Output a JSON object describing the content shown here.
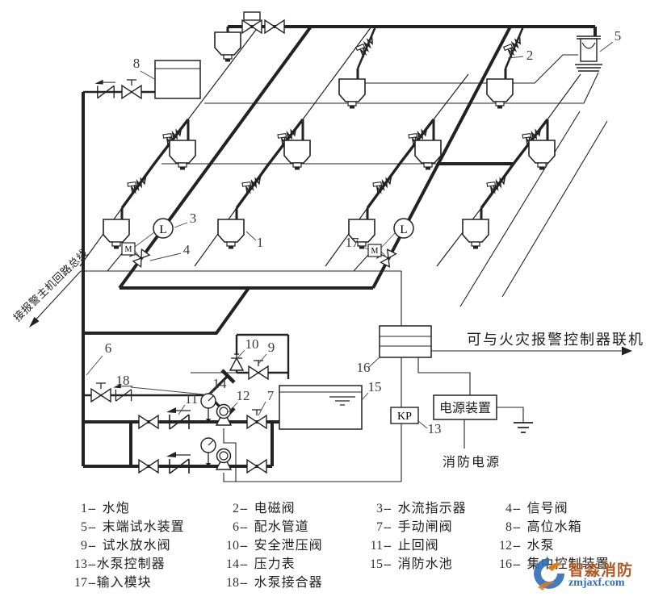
{
  "colors": {
    "line": "#222222",
    "label": "#3c3c3c",
    "brand_orange": "#b25a25",
    "brand_blue": "#2e6eb6"
  },
  "annotations": {
    "alarm_bus": "接报警主机回路总线",
    "fire_alarm_link": "可与火灾报警控制器联机",
    "power_device": "电源装置",
    "fire_power": "消防电源",
    "kp": "KP",
    "flow_letter": "L",
    "module_letter": "M"
  },
  "callouts": {
    "c1": "1",
    "c2": "2",
    "c3": "3",
    "c4": "4",
    "c5": "5",
    "c6": "6",
    "c7": "7",
    "c8": "8",
    "c9": "9",
    "c10": "10",
    "c11": "11",
    "c12": "12",
    "c13": "13",
    "c14": "14",
    "c15": "15",
    "c16": "16",
    "c17": "17",
    "c18": "18"
  },
  "legend": {
    "sep": "--",
    "items": [
      {
        "num": "1",
        "name": "水炮"
      },
      {
        "num": "2",
        "name": "电磁阀"
      },
      {
        "num": "3",
        "name": "水流指示器"
      },
      {
        "num": "4",
        "name": "信号阀"
      },
      {
        "num": "5",
        "name": "末端试水装置"
      },
      {
        "num": "6",
        "name": "配水管道"
      },
      {
        "num": "7",
        "name": "手动闸阀"
      },
      {
        "num": "8",
        "name": "高位水箱"
      },
      {
        "num": "9",
        "name": "试水放水阀"
      },
      {
        "num": "10",
        "name": "安全泄压阀"
      },
      {
        "num": "11",
        "name": "止回阀"
      },
      {
        "num": "12",
        "name": "水泵"
      },
      {
        "num": "13",
        "name": "水泵控制器"
      },
      {
        "num": "14",
        "name": "压力表"
      },
      {
        "num": "15",
        "name": "消防水池"
      },
      {
        "num": "16",
        "name": "集中控制装置"
      },
      {
        "num": "17",
        "name": "输入模块"
      },
      {
        "num": "18",
        "name": "水泵接合器"
      }
    ]
  },
  "watermark": {
    "brand": "智淼消防",
    "url": "zmjaxf.com"
  }
}
